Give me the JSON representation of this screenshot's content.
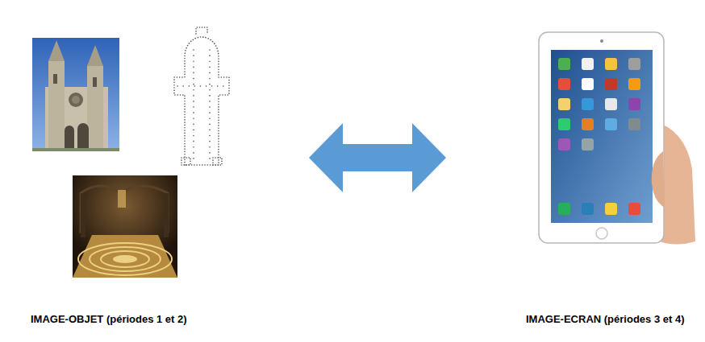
{
  "diagram": {
    "nodes": [
      {
        "text": [
          "IMAGE-OBJET (périodes 1 et 2)"
        ]
      },
      {
        "text": [
          "IMAGE-ECRAN (périodes 3 et 4)"
        ]
      }
    ],
    "edges": [
      {
        "from": 0,
        "to": 1,
        "arrow": "both"
      }
    ]
  }
}
